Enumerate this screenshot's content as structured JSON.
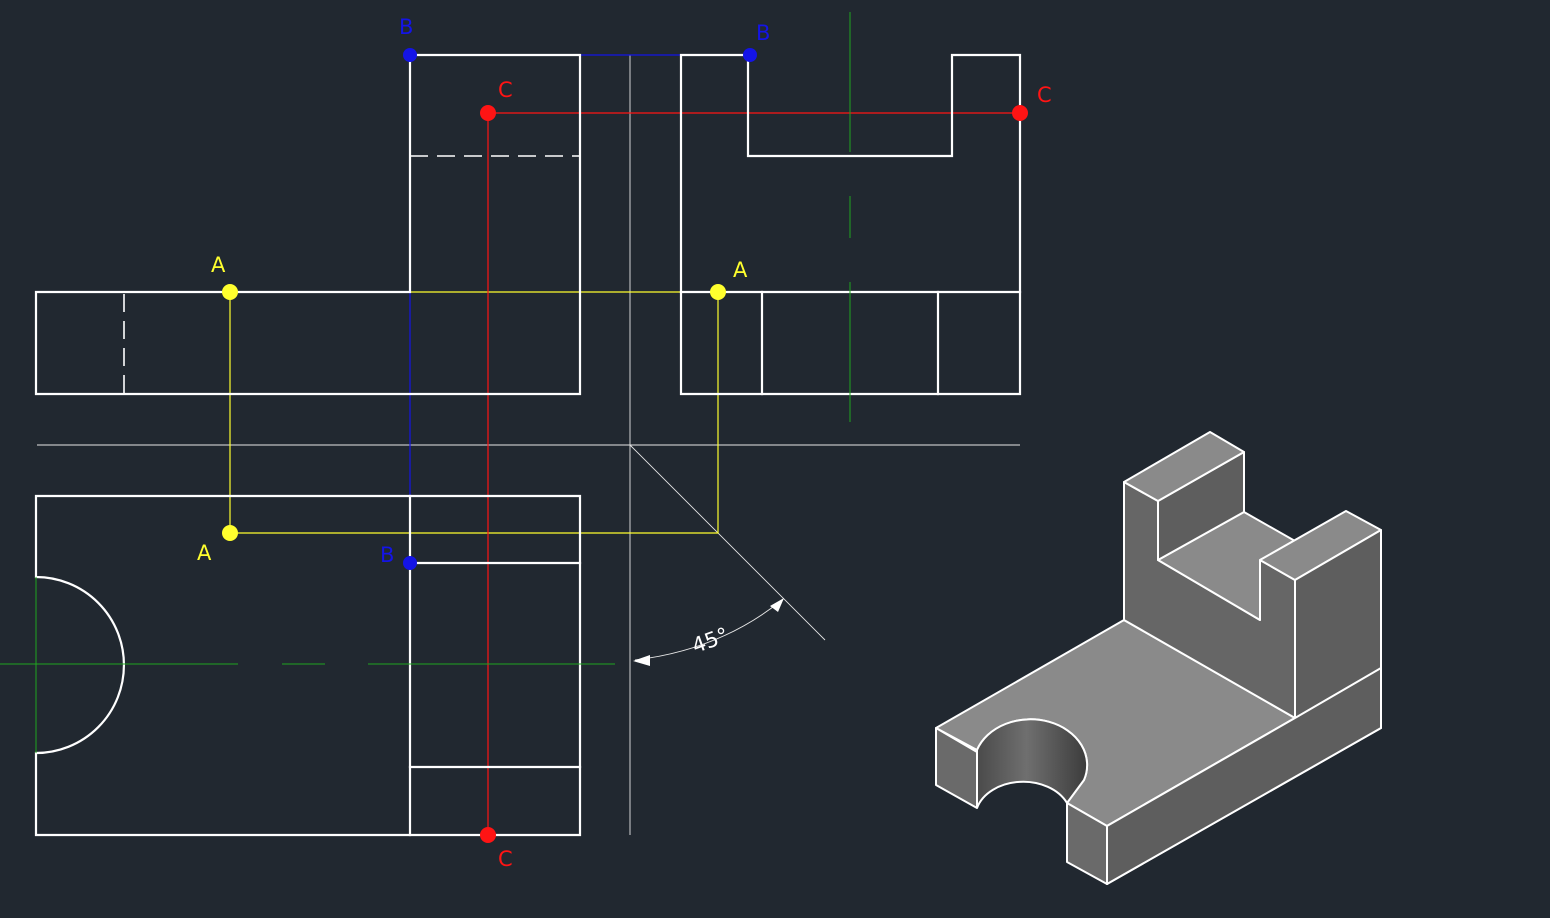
{
  "colors": {
    "background": "#212830",
    "outline": "#ffffff",
    "center_line": "#1fa51f",
    "point_a": "#ffff2e",
    "point_b": "#1414e6",
    "point_c": "#ff1414",
    "iso_top": "#8a8a8a",
    "iso_front": "#6a6a6a",
    "iso_side": "#5e5e5e"
  },
  "points": [
    {
      "id": "A",
      "view": "front",
      "color": "point_a"
    },
    {
      "id": "A",
      "view": "side",
      "color": "point_a"
    },
    {
      "id": "A",
      "view": "top",
      "color": "point_a"
    },
    {
      "id": "B",
      "view": "front",
      "color": "point_b"
    },
    {
      "id": "B",
      "view": "side",
      "color": "point_b"
    },
    {
      "id": "B",
      "view": "top",
      "color": "point_b"
    },
    {
      "id": "C",
      "view": "front",
      "color": "point_c"
    },
    {
      "id": "C",
      "view": "side",
      "color": "point_c"
    },
    {
      "id": "C",
      "view": "top",
      "color": "point_c"
    }
  ],
  "dimension": {
    "angle_label": "45°"
  }
}
